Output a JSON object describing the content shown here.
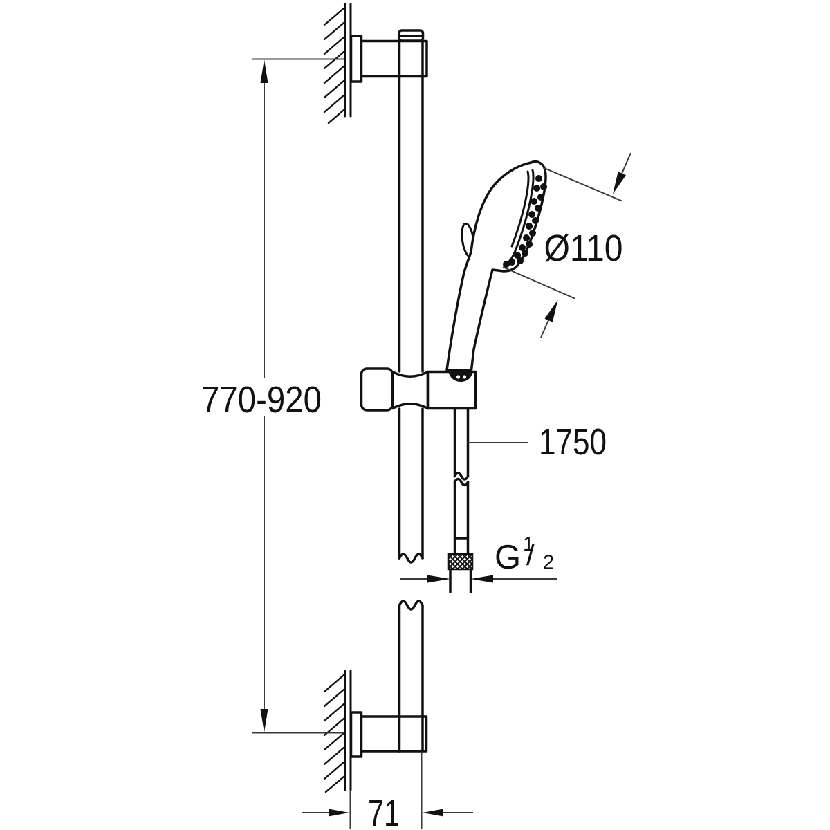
{
  "diagram": {
    "background_color": "#ffffff",
    "line_color": "#111111",
    "dimension_line_color": "#3a3a3a",
    "labels": {
      "rail_height": "770-920",
      "head_diameter": "Ø110",
      "hose_length": "1750",
      "thread": {
        "letter": "G",
        "numerator": "1",
        "slash": "/",
        "denominator": "2"
      },
      "wall_offset": "71"
    }
  }
}
